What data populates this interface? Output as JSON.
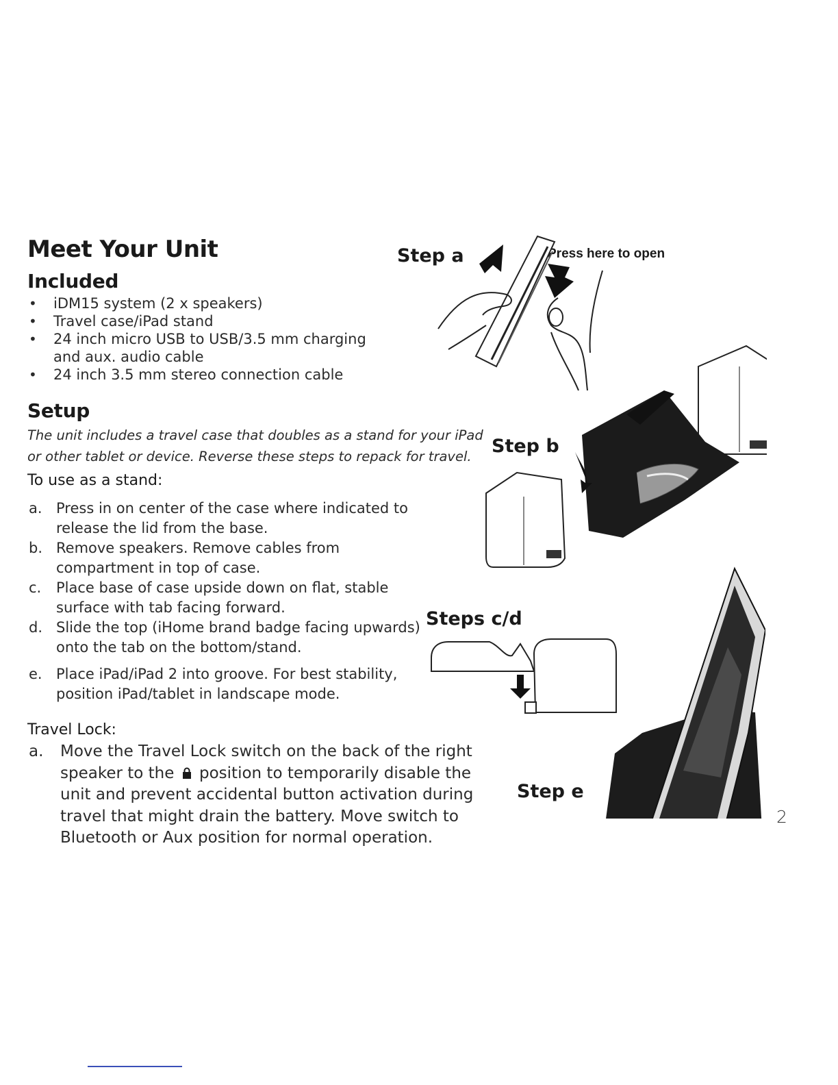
{
  "title": "Meet Your Unit",
  "included": {
    "heading": "Included",
    "items": [
      "iDM15 system (2 x speakers)",
      "Travel case/iPad stand",
      "24 inch micro USB to USB/3.5 mm charging and aux. audio cable",
      "24 inch 3.5 mm stereo connection cable"
    ]
  },
  "setup": {
    "heading": "Setup",
    "intro": "The unit includes a travel case that doubles as a stand for your iPad or other tablet or device. Reverse these steps to repack for travel.",
    "stand_heading": "To use as a stand",
    "stand_colon": ":",
    "steps": [
      {
        "marker": "a.",
        "text": "Press in on center of the case where indicated to release the lid from the base."
      },
      {
        "marker": "b.",
        "text": "Remove speakers. Remove cables from compartment in top of case."
      },
      {
        "marker": "c.",
        "text": "Place base of case upside down on flat, stable surface with tab facing forward."
      },
      {
        "marker": "d.",
        "text": "Slide the top (iHome brand badge facing upwards) onto the tab on the bottom/stand."
      },
      {
        "marker": "e.",
        "text": "Place iPad/iPad 2 into groove. For best stability, position iPad/tablet in landscape mode."
      }
    ]
  },
  "travel_lock": {
    "heading": "Travel Lock:",
    "marker": "a.",
    "text_before": "Move the Travel Lock switch on the back of the right speaker to the",
    "text_after": "position to temporarily disable the unit and prevent accidental button activation during travel that might drain the battery. Move switch to Bluetooth or Aux position for normal operation.",
    "icon": "lock-icon"
  },
  "illustrations": {
    "step_a": "Step a",
    "press_here": "Press here to open",
    "step_b": "Step b",
    "steps_cd": "Steps c/d",
    "step_e": "Step e"
  },
  "page_number": "2",
  "colors": {
    "text": "#1a1a1a",
    "footer_line": "#3a4fb8"
  }
}
